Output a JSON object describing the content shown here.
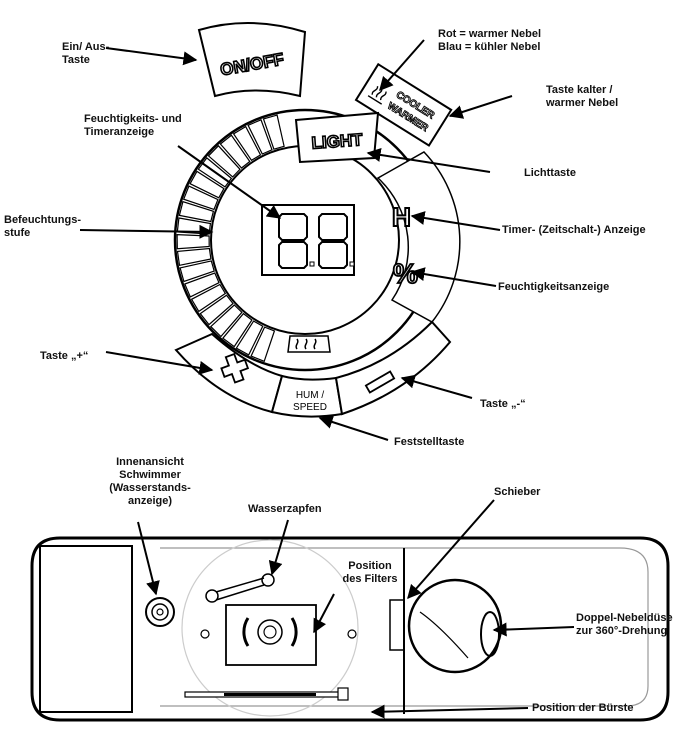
{
  "control_panel": {
    "labels": {
      "on_off_key": "Ein/ Aus-\nTaste",
      "red_blue_note": "Rot = warmer Nebel\nBlau = kühler Nebel",
      "cool_warm_key": "Taste kalter /\nwarmer Nebel",
      "humidity_timer_display": "Feuchtigkeits- und\nTimeranzeige",
      "light_key": "Lichttaste",
      "humidification_level": "Befeuchtungs-\nstufe",
      "timer_display": "Timer- (Zeitschalt-) Anzeige",
      "humidity_display": "Feuchtigkeitsanzeige",
      "plus_key": "Taste „+“",
      "minus_key": "Taste „-“",
      "lock_key": "Feststelltaste"
    },
    "button_text": {
      "on_off": "ON/OFF",
      "light": "LIGHT",
      "cooler": "COOLER",
      "warmer": "WARMER",
      "hum": "HUM /",
      "speed": "SPEED",
      "timer_symbol": "H",
      "percent_symbol": "%",
      "digits": "88"
    }
  },
  "interior_view": {
    "labels": {
      "float_view": "Innenansicht\nSchwimmer\n(Wasserstands-\nanzeige)",
      "water_plug": "Wasserzapfen",
      "slider": "Schieber",
      "filter_position": "Position\ndes Filters",
      "nozzle": "Doppel-Nebeldüse\nzur 360°-Drehung",
      "brush_position": "Position der Bürste"
    }
  }
}
